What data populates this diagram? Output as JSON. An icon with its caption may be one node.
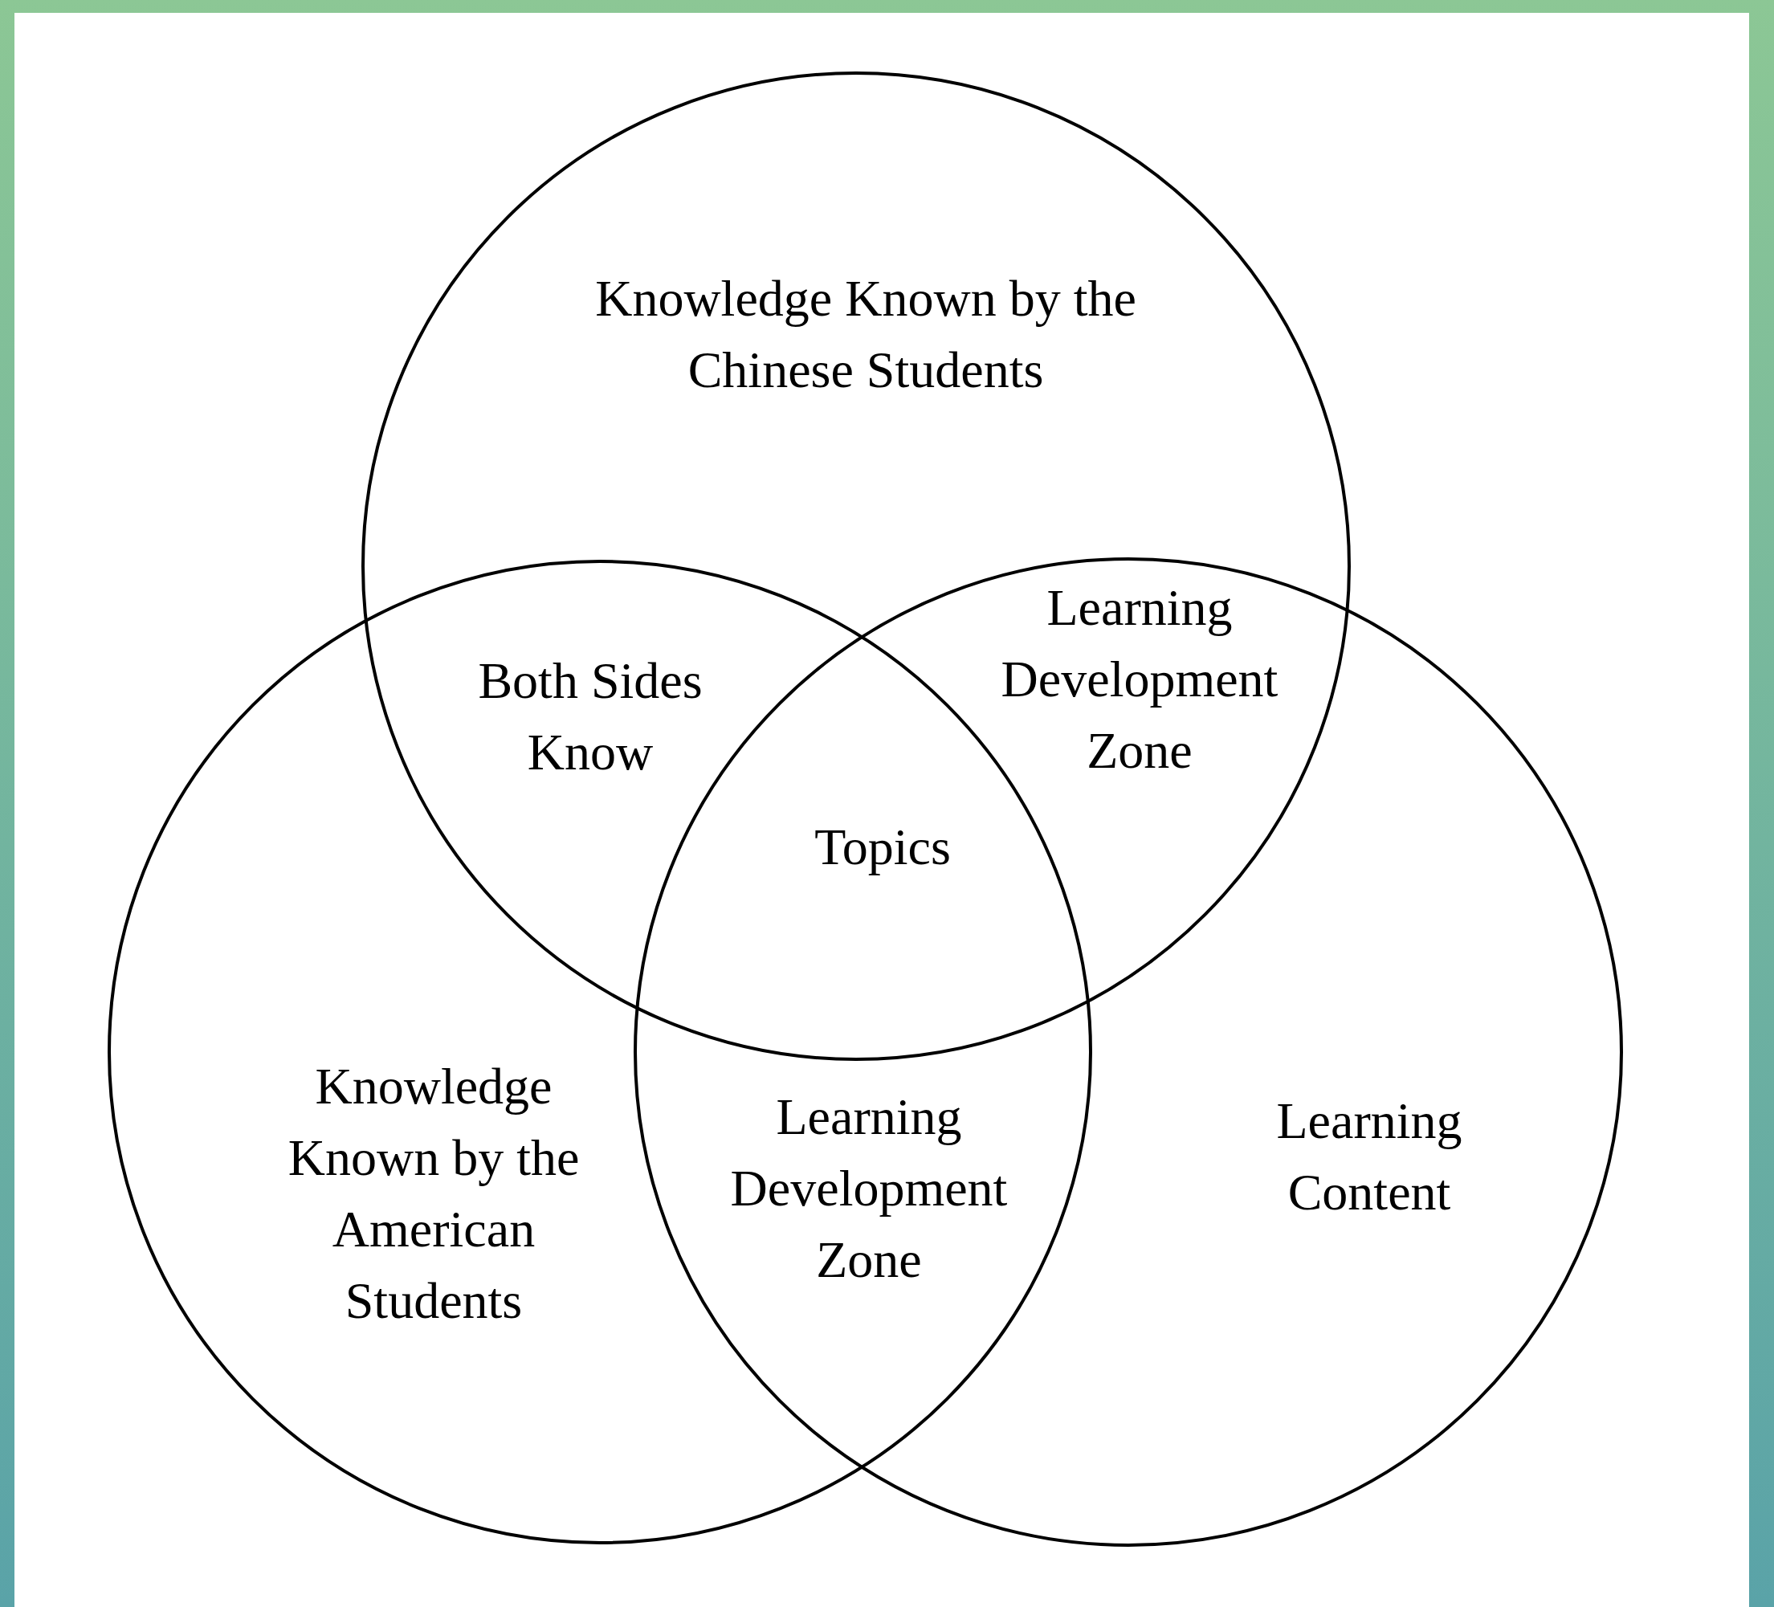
{
  "diagram": {
    "nodes": [
      {
        "text": [
          "Knowledge Known by the Chinese Students"
        ]
      },
      {
        "text": [
          "Knowledge Known by the American Students"
        ]
      },
      {
        "text": [
          "Learning Content"
        ]
      }
    ],
    "labels": [
      "Learning Development Zone",
      "Both Sides Know",
      "Topics",
      "Learning Development Zone"
    ]
  }
}
